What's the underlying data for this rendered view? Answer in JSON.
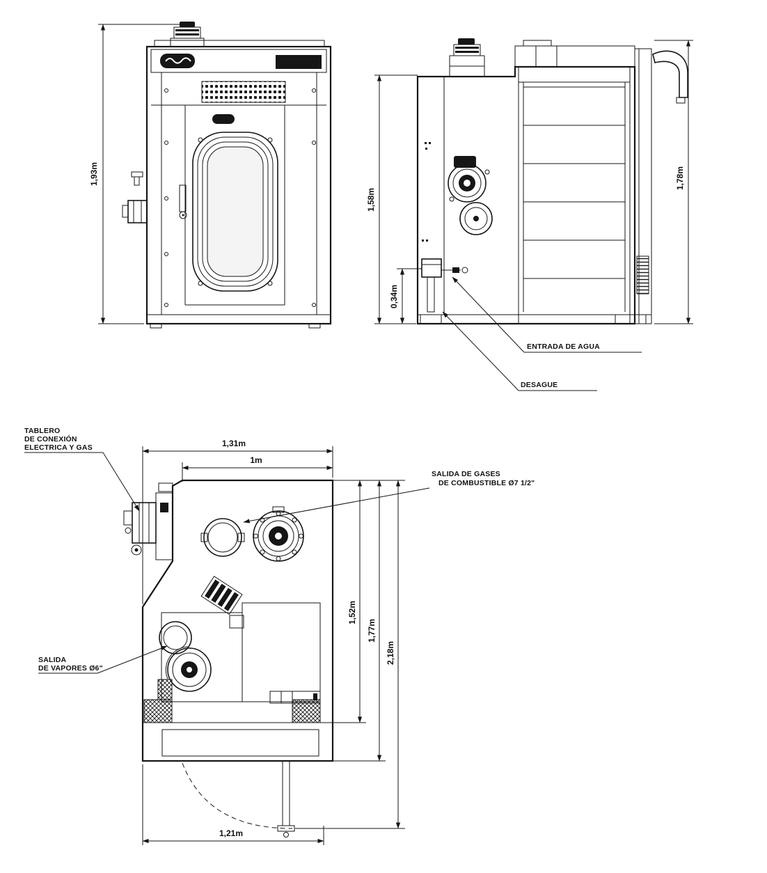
{
  "front_view": {
    "height_dim": "1,93m"
  },
  "side_view": {
    "height_dim": "1,58m",
    "overall_height_dim": "1,78m",
    "drain_height_dim": "0,34m",
    "water_inlet_label": "ENTRADA DE AGUA",
    "drain_label": "DESAGUE"
  },
  "plan_view": {
    "panel_label": [
      "TABLERO",
      "DE CONEXIÓN",
      "ELECTRICA Y GAS"
    ],
    "width_dim": "1,31m",
    "inner_width_dim": "1m",
    "gas_outlet_label": [
      "SALIDA DE GASES",
      "DE COMBUSTIBLE Ø7 1/2\""
    ],
    "vapor_outlet_label": [
      "SALIDA",
      "DE VAPORES Ø6\""
    ],
    "depth_dim_inner": "1,52m",
    "depth_dim_body": "1,77m",
    "depth_dim_total": "2,18m",
    "bottom_width_dim": "1,21m"
  }
}
